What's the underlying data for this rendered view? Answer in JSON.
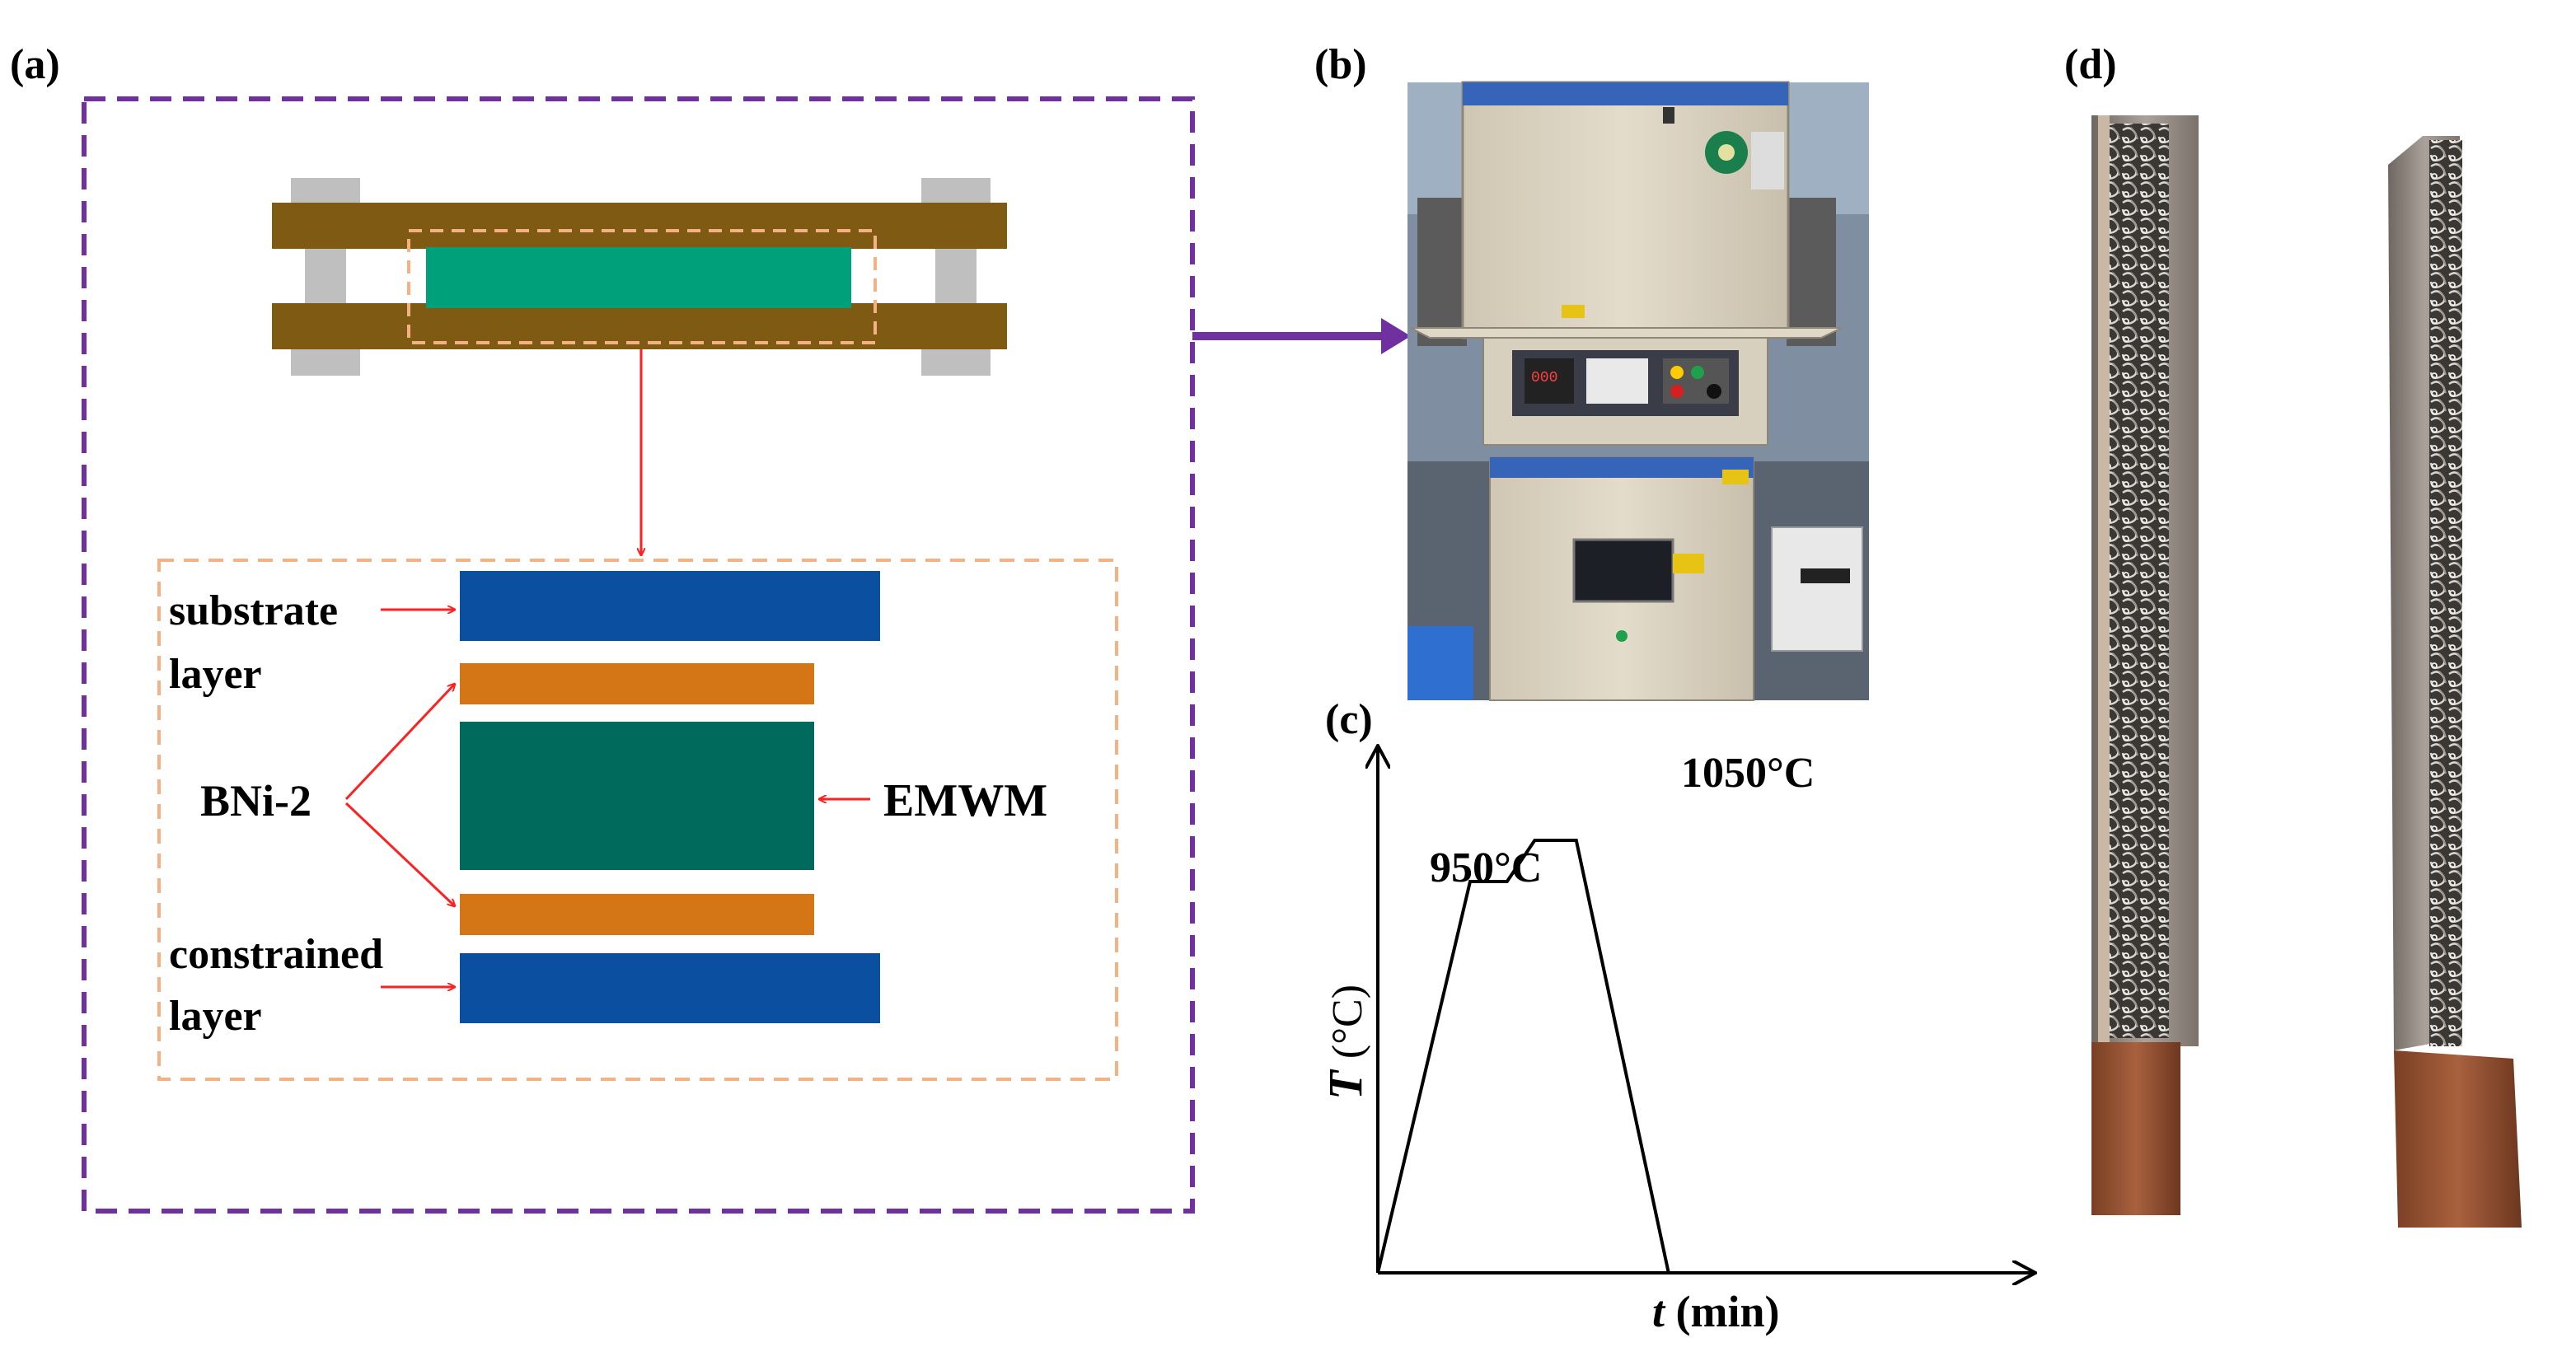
{
  "panels": {
    "a": {
      "label": "(a)",
      "substrate_label_1": "substrate",
      "substrate_label_2": "layer",
      "filler_label": "BNi-2",
      "core_label": "EMWM",
      "constrained_label_1": "constrained",
      "constrained_label_2": "layer"
    },
    "b": {
      "label": "(b)"
    },
    "c": {
      "label": "(c)",
      "peak1_label": "950°C",
      "peak2_label": "1050°C",
      "ylabel_var": "T",
      "ylabel_unit": "(°C)",
      "xlabel_var": "t",
      "xlabel_unit": "(min)",
      "profile": {
        "type": "line",
        "points": [
          {
            "t": 0,
            "T": 0
          },
          {
            "t": 1,
            "T": 950
          },
          {
            "t": 1.4,
            "T": 950
          },
          {
            "t": 1.7,
            "T": 1050
          },
          {
            "t": 2.15,
            "T": 1050
          },
          {
            "t": 3.15,
            "T": 0
          }
        ]
      }
    },
    "d": {
      "label": "(d)"
    }
  },
  "colors": {
    "purple_frame": "#7030a0",
    "orange_frame": "#f4b183",
    "fixture_brown": "#7f5a12",
    "bolt_gray": "#bfbfbf",
    "emwm_green": "#00a07a",
    "emwm_dark": "#006b5d",
    "substrate_blue": "#0a4fa0",
    "braze_orange": "#d47615",
    "arrow_red": "#ff2020",
    "arrow_purple": "#7030a0"
  }
}
